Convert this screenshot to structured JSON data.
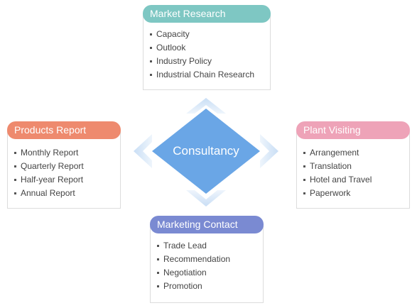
{
  "center": {
    "label": "Consultancy",
    "color": "#6aa6e6"
  },
  "cards": {
    "market_research": {
      "title": "Market Research",
      "color": "#7ec7c3",
      "items": [
        "Capacity",
        "Outlook",
        "Industry Policy",
        "Industrial Chain Research"
      ]
    },
    "products_report": {
      "title": "Products Report",
      "color": "#ee8a6e",
      "items": [
        "Monthly Report",
        "Quarterly Report",
        "Half-year Report",
        "Annual Report"
      ]
    },
    "plant_visiting": {
      "title": "Plant Visiting",
      "color": "#eea3b8",
      "items": [
        "Arrangement",
        "Translation",
        "Hotel and Travel",
        "Paperwork"
      ]
    },
    "marketing_contact": {
      "title": "Marketing Contact",
      "color": "#7a8ad2",
      "items": [
        "Trade Lead",
        "Recommendation",
        "Negotiation",
        "Promotion"
      ]
    }
  }
}
